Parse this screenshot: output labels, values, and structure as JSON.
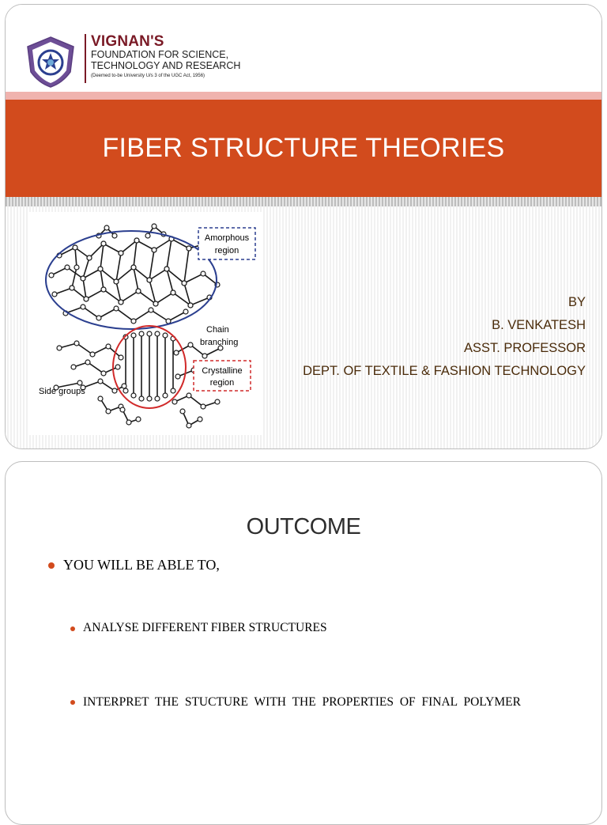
{
  "slide1": {
    "logo": {
      "name": "VIGNAN'S",
      "line1": "FOUNDATION FOR SCIENCE,",
      "line2": "TECHNOLOGY AND RESEARCH",
      "line3": "(Deemed to-be University U/s 3 of the UGC Act, 1956)",
      "colors": {
        "maroon": "#7a1a26",
        "blue": "#2b3f8f"
      }
    },
    "title": "FIBER STRUCTURE THEORIES",
    "diagram": {
      "labels": {
        "amorphous": [
          "Amorphous",
          "region"
        ],
        "chain": [
          "Chain",
          "branching"
        ],
        "crystalline": [
          "Crystalline",
          "region"
        ],
        "side": "Side groups"
      }
    },
    "author": {
      "by": "BY",
      "name": "B. VENKATESH",
      "role": "ASST. PROFESSOR",
      "dept": "DEPT. OF TEXTILE & FASHION TECHNOLOGY"
    },
    "colors": {
      "title_band": "#d24b1d",
      "pink_band": "#f0b3ae",
      "author_text": "#4a2b0a"
    }
  },
  "slide2": {
    "heading": "OUTCOME",
    "bullet1": "YOU WILL BE ABLE TO,",
    "sub1": "ANALYSE DIFFERENT FIBER STRUCTURES",
    "sub2": "INTERPRET THE STUCTURE WITH THE PROPERTIES OF FINAL POLYMER",
    "colors": {
      "bullet": "#d24b1d"
    }
  }
}
